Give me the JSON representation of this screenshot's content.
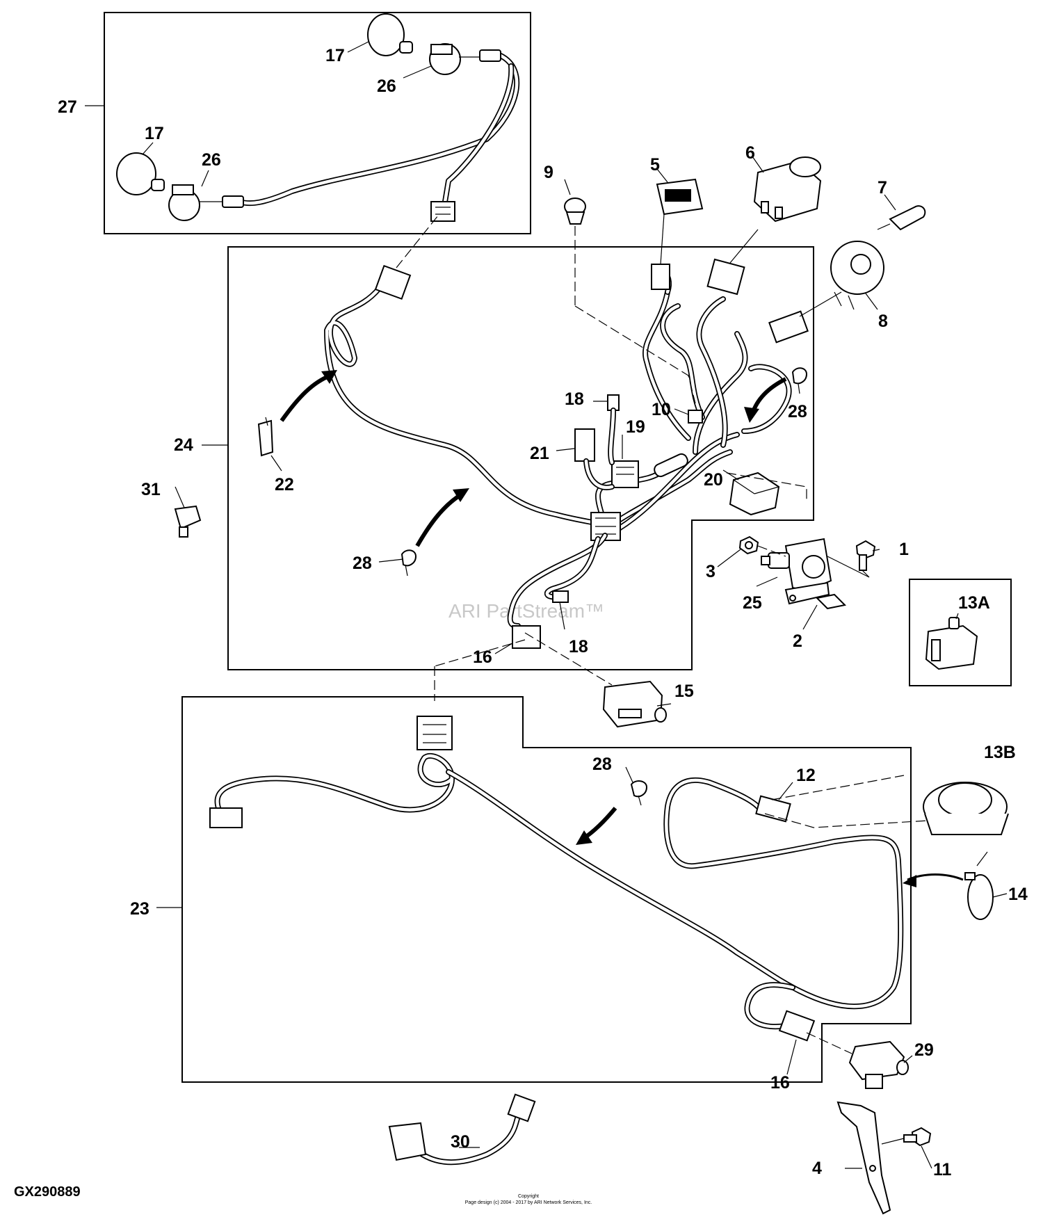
{
  "labels": {
    "p1": "1",
    "p2": "2",
    "p3": "3",
    "p4": "4",
    "p5": "5",
    "p6": "6",
    "p7": "7",
    "p8": "8",
    "p9": "9",
    "p10": "10",
    "p11": "11",
    "p12": "12",
    "p13a": "13A",
    "p13b": "13B",
    "p14": "14",
    "p15": "15",
    "p16a": "16",
    "p16b": "16",
    "p17a": "17",
    "p17b": "17",
    "p18a": "18",
    "p18b": "18",
    "p19": "19",
    "p20": "20",
    "p21": "21",
    "p22": "22",
    "p23": "23",
    "p24": "24",
    "p25": "25",
    "p26a": "26",
    "p26b": "26",
    "p27": "27",
    "p28a": "28",
    "p28b": "28",
    "p28c": "28",
    "p29": "29",
    "p30": "30",
    "p31": "31"
  },
  "watermark": "ARI PartStream™",
  "figure_id": "GX290889",
  "copyright": {
    "line1": "Copyright",
    "line2": "Page design (c) 2004 - 2017 by ARI Network Services, Inc."
  }
}
